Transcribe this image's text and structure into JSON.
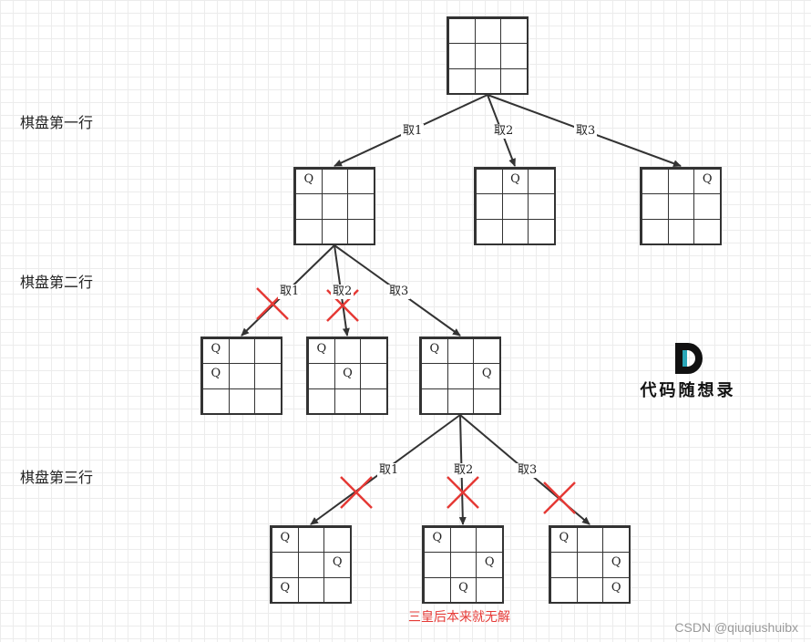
{
  "row_labels": [
    "棋盘第一行",
    "棋盘第二行",
    "棋盘第三行"
  ],
  "queen_symbol": "Q",
  "boards": [
    {
      "id": "root",
      "queens": []
    },
    {
      "id": "l1-take1",
      "queens": [
        [
          0,
          0
        ]
      ]
    },
    {
      "id": "l1-take2",
      "queens": [
        [
          0,
          1
        ]
      ]
    },
    {
      "id": "l1-take3",
      "queens": [
        [
          0,
          2
        ]
      ]
    },
    {
      "id": "l2-take1",
      "queens": [
        [
          0,
          0
        ],
        [
          1,
          0
        ]
      ]
    },
    {
      "id": "l2-take2",
      "queens": [
        [
          0,
          0
        ],
        [
          1,
          1
        ]
      ]
    },
    {
      "id": "l2-take3",
      "queens": [
        [
          0,
          0
        ],
        [
          1,
          2
        ]
      ]
    },
    {
      "id": "l3-take1",
      "queens": [
        [
          0,
          0
        ],
        [
          1,
          2
        ],
        [
          2,
          0
        ]
      ]
    },
    {
      "id": "l3-take2",
      "queens": [
        [
          0,
          0
        ],
        [
          1,
          2
        ],
        [
          2,
          1
        ]
      ]
    },
    {
      "id": "l3-take3",
      "queens": [
        [
          0,
          0
        ],
        [
          1,
          2
        ],
        [
          2,
          2
        ]
      ]
    }
  ],
  "edges": [
    {
      "from": "root",
      "to": "l1-take1",
      "label": "取1",
      "pruned": false
    },
    {
      "from": "root",
      "to": "l1-take2",
      "label": "取2",
      "pruned": false
    },
    {
      "from": "root",
      "to": "l1-take3",
      "label": "取3",
      "pruned": false
    },
    {
      "from": "l1-take1",
      "to": "l2-take1",
      "label": "取1",
      "pruned": true
    },
    {
      "from": "l1-take1",
      "to": "l2-take2",
      "label": "取2",
      "pruned": true
    },
    {
      "from": "l1-take1",
      "to": "l2-take3",
      "label": "取3",
      "pruned": false
    },
    {
      "from": "l2-take3",
      "to": "l3-take1",
      "label": "取1",
      "pruned": true
    },
    {
      "from": "l2-take3",
      "to": "l3-take2",
      "label": "取2",
      "pruned": true
    },
    {
      "from": "l2-take3",
      "to": "l3-take3",
      "label": "取3",
      "pruned": true
    }
  ],
  "note": "三皇后本来就无解",
  "logo": {
    "text": "代码随想录",
    "mark_colors": [
      "#111111",
      "#2aa6b8"
    ]
  },
  "watermark": "CSDN @qiuqiushuibx",
  "colors": {
    "line": "#333333",
    "prune": "#e53935",
    "note": "#e53935"
  }
}
